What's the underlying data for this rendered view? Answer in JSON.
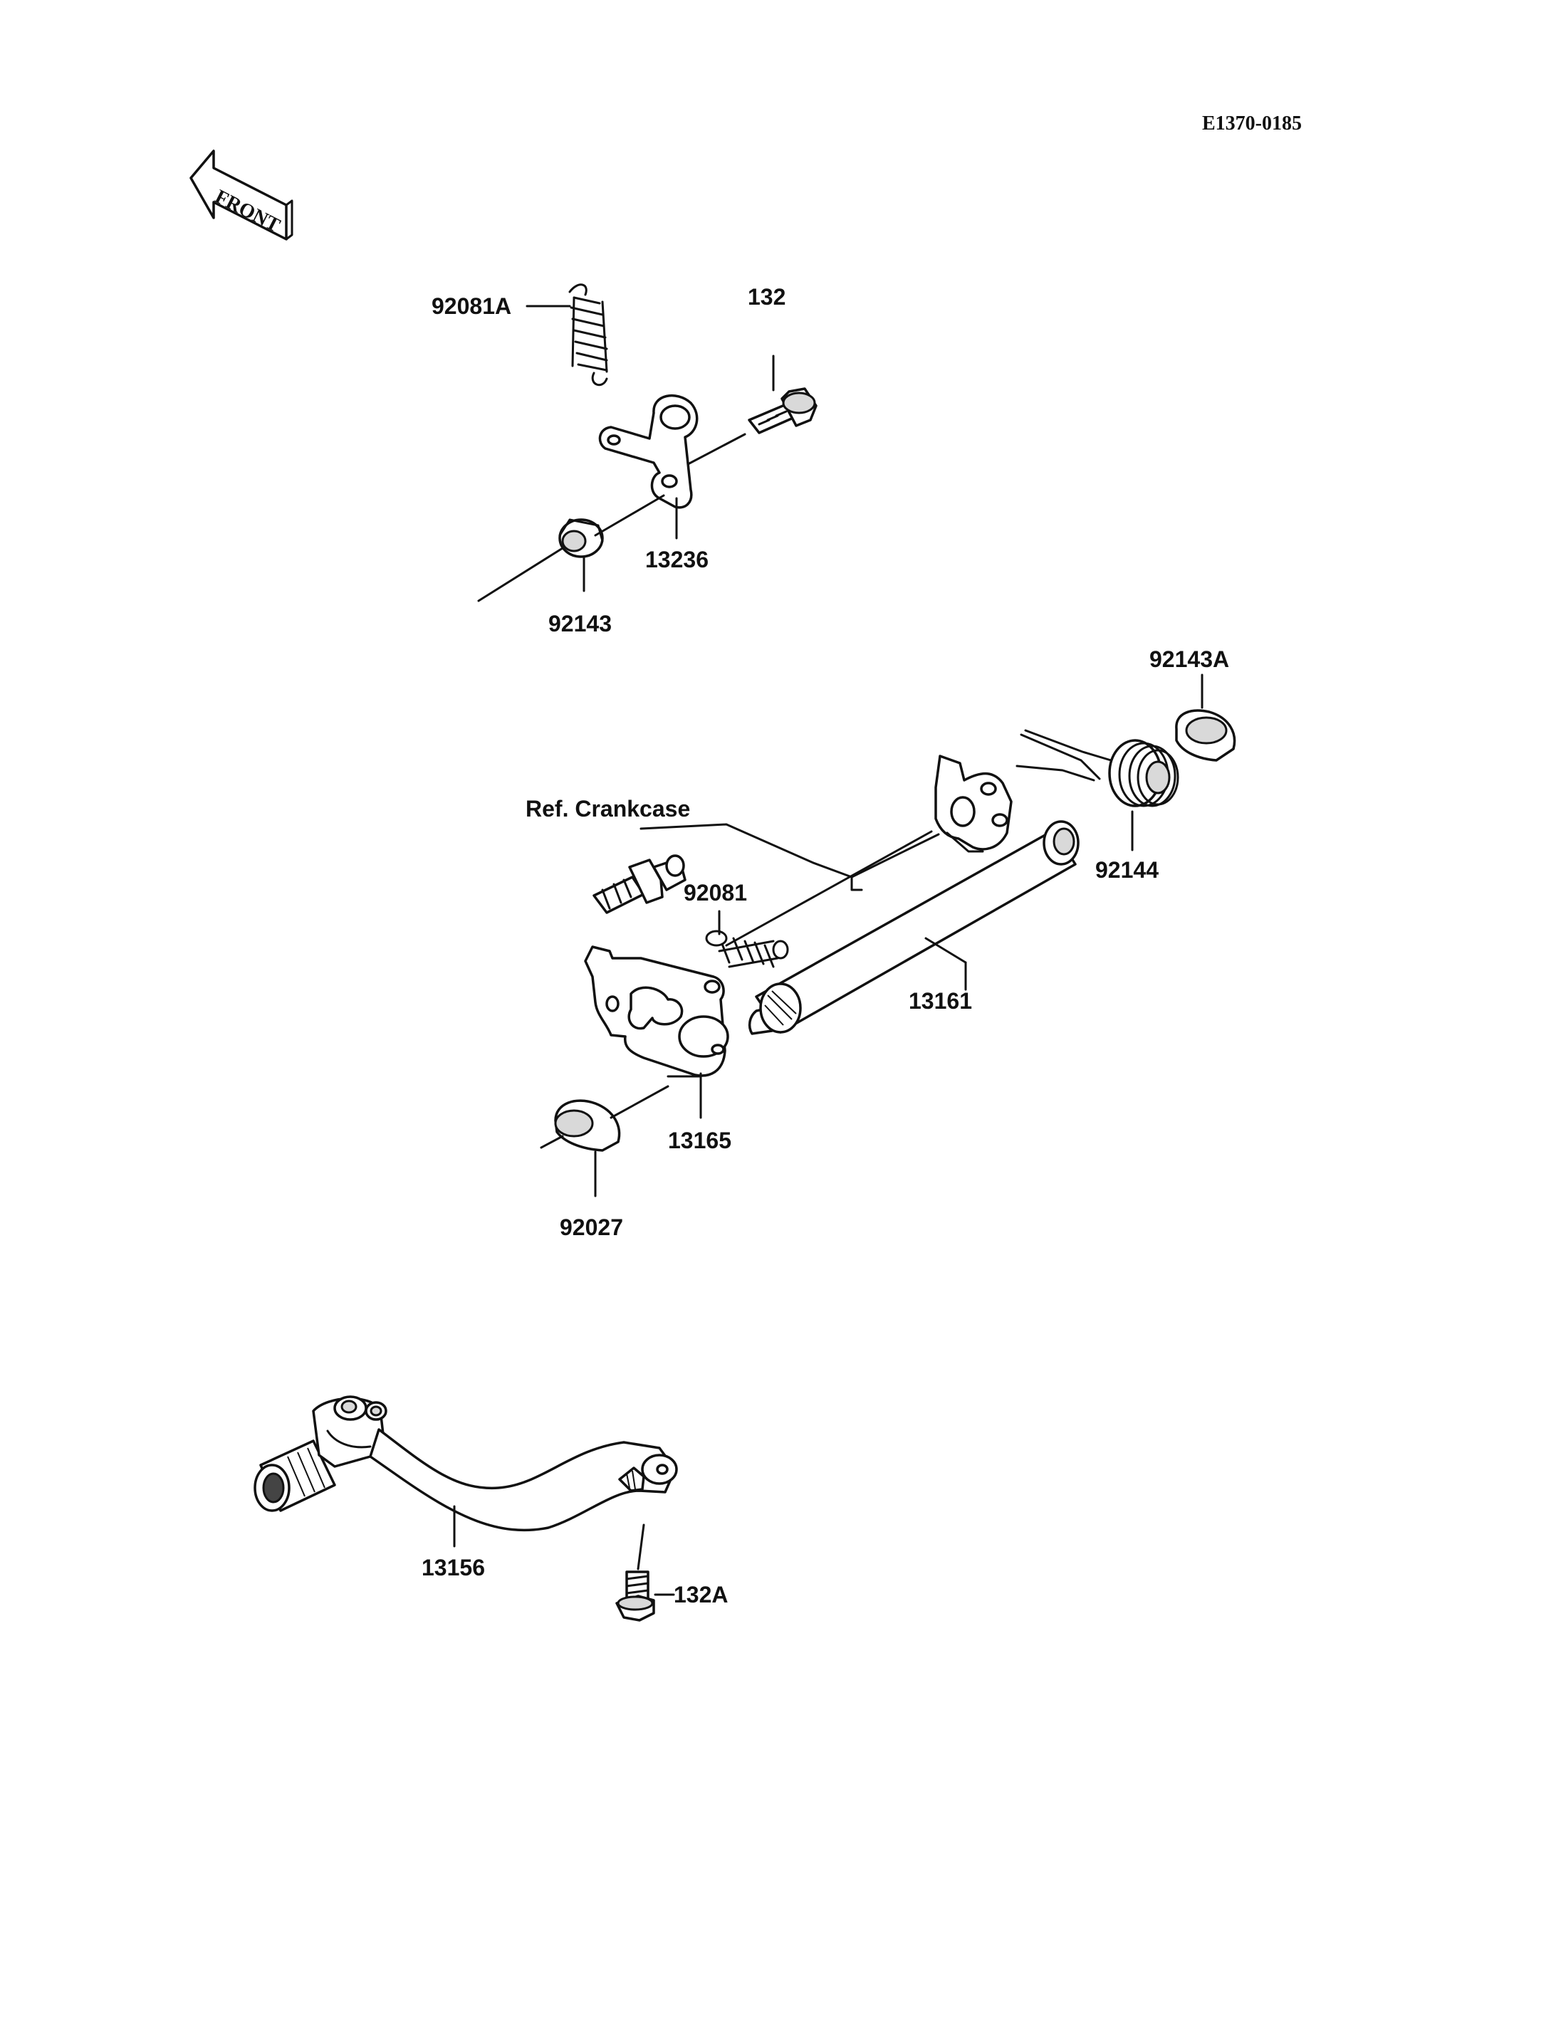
{
  "diagram_code": "E1370-0185",
  "front_arrow": {
    "text": "FRONT"
  },
  "reference": {
    "text": "Ref. Crankcase"
  },
  "parts": [
    {
      "id": "92081A"
    },
    {
      "id": "132"
    },
    {
      "id": "13236"
    },
    {
      "id": "92143"
    },
    {
      "id": "92143A"
    },
    {
      "id": "92144"
    },
    {
      "id": "92081"
    },
    {
      "id": "13161"
    },
    {
      "id": "13165"
    },
    {
      "id": "92027"
    },
    {
      "id": "13156"
    },
    {
      "id": "132A"
    }
  ]
}
